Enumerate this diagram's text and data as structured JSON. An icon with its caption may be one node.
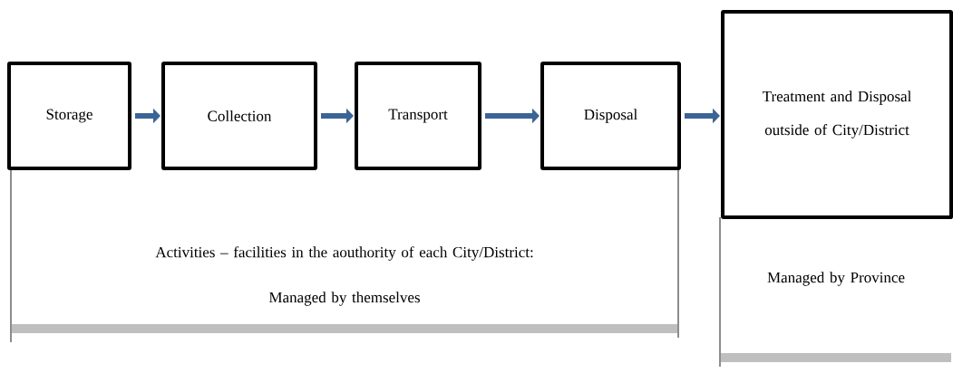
{
  "diagram": {
    "nodes": [
      {
        "text": [
          "Storage"
        ]
      },
      {
        "text": [
          "Collection"
        ]
      },
      {
        "text": [
          "Transport"
        ]
      },
      {
        "text": [
          "Disposal"
        ]
      },
      {
        "text": [
          "Treatment and Disposal outside of City/District"
        ]
      }
    ],
    "edges": [
      {
        "from": 0,
        "to": 1,
        "arrow": "to"
      },
      {
        "from": 1,
        "to": 2,
        "arrow": "to"
      },
      {
        "from": 2,
        "to": 3,
        "arrow": "to"
      },
      {
        "from": 3,
        "to": 4,
        "arrow": "to"
      }
    ],
    "labels": [
      "Activities – facilities in the aouthority of each City/District:",
      "Managed by themselves",
      "Managed by Province"
    ]
  }
}
